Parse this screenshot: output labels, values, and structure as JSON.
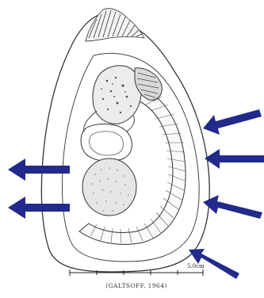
{
  "figure": {
    "scale_label": "5.0cm",
    "caption": "(GALTSOFF, 1964)"
  },
  "arrows": {
    "color": "#222a8c",
    "incoming_count": 4,
    "outgoing_count": 2
  }
}
